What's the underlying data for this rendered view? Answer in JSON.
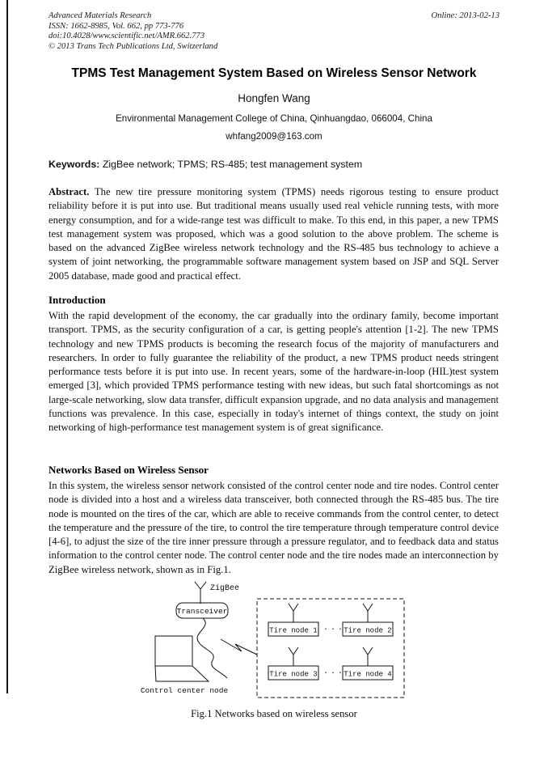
{
  "page": {
    "colors": {
      "ink": "#111111",
      "background": "#ffffff"
    },
    "journal_header": {
      "lines": [
        "Advanced Materials Research",
        "ISSN: 1662-8985, Vol. 662, pp 773-776",
        "doi:10.4028/www.scientific.net/AMR.662.773",
        "© 2013 Trans Tech Publications Ltd, Switzerland"
      ],
      "online_date": "Online: 2013-02-13"
    },
    "title": "TPMS Test Management System Based on Wireless Sensor Network",
    "author": "Hongfen Wang",
    "affiliation": "Environmental Management College of China, Qinhuangdao, 066004, China",
    "email": "whfang2009@163.com",
    "keywords_label": "Keywords:",
    "keywords": "ZigBee network; TPMS; RS-485; test management system",
    "abstract_label": "Abstract.",
    "abstract": "The new tire pressure monitoring system (TPMS) needs rigorous testing to ensure product reliability before it is put into use. But traditional means usually used real vehicle running tests, with more energy consumption, and for a wide-range test was difficult to make. To this end, in this paper, a new TPMS test management system was proposed, which was a good solution to the above problem. The scheme is based on the advanced ZigBee wireless network technology and the RS-485 bus technology to achieve a system of joint networking, the programmable software management system based on JSP and SQL Server 2005 database, made good and practical effect.",
    "sections": [
      {
        "heading": "Introduction",
        "body": "With the rapid development of the economy, the car gradually into the ordinary family, become important transport. TPMS, as the security configuration of a car, is getting people's attention [1-2]. The new TPMS technology and new TPMS products is becoming the research focus of the majority of manufacturers and researchers. In order to fully guarantee the reliability of the product, a new TPMS product needs stringent performance tests before it is put into use. In recent years, some of the hardware-in-loop (HIL)test system emerged [3], which provided TPMS performance testing with new ideas, but such fatal shortcomings as not large-scale networking, slow data transfer, difficult expansion upgrade, and no data analysis and management functions was prevalence. In this case, especially in today's internet of things context, the study on joint networking of high-performance test management system is of great significance."
      },
      {
        "heading": "Networks Based on Wireless Sensor",
        "body": "In this system, the wireless sensor network consisted of the control center node and tire nodes. Control center node is divided into a host and a wireless data transceiver, both connected through the RS-485 bus. The tire node is mounted on the tires of the car, which are able to receive commands from the control center, to detect the temperature and the pressure of the tire, to control the tire temperature through temperature control device [4-6], to adjust the size of the tire inner pressure through a pressure regulator, and to feedback data and status information to the control center node. The control center node and the tire nodes made an interconnection by ZigBee wireless network, shown as in Fig.1."
      }
    ],
    "figure": {
      "zigbee_label": "ZigBee",
      "transceiver_label": "Transceiver",
      "control_center_label": "Control center node",
      "tire_nodes": [
        "Tire node 1",
        "Tire node 2",
        "Tire node 3",
        "Tire node 4"
      ],
      "dots": "····",
      "caption": "Fig.1 Networks based on wireless sensor"
    }
  }
}
